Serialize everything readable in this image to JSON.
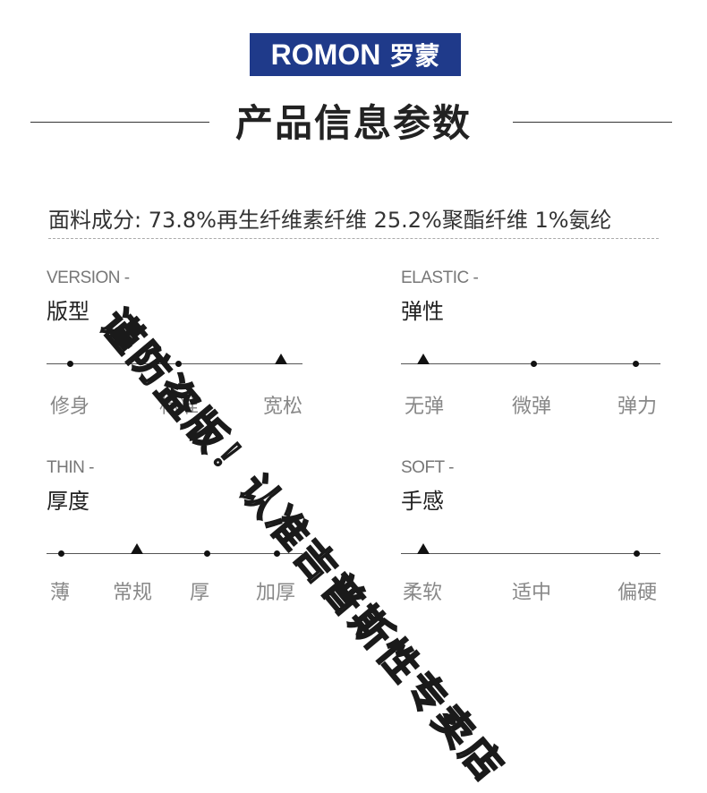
{
  "logo": {
    "brand": "ROMON",
    "brand_cn": "罗蒙",
    "color": "#1f3a8a"
  },
  "title": "产品信息参数",
  "fabric": "面料成分: 73.8%再生纤维素纤维 25.2%聚酯纤维 1%氨纶",
  "params": {
    "version": {
      "en": "VERSION -",
      "cn": "版型",
      "options": [
        "修身",
        "标准",
        "宽松"
      ],
      "selected": "宽松"
    },
    "elastic": {
      "en": "ELASTIC -",
      "cn": "弹性",
      "options": [
        "无弹",
        "微弹",
        "弹力"
      ],
      "selected": "无弹"
    },
    "thin": {
      "en": "THIN -",
      "cn": "厚度",
      "options": [
        "薄",
        "常规",
        "厚",
        "加厚"
      ],
      "selected": "常规"
    },
    "soft": {
      "en": "SOFT -",
      "cn": "手感",
      "options": [
        "柔软",
        "适中",
        "偏硬"
      ],
      "selected": "柔软"
    }
  },
  "watermark": "谨防盗版！认准吉普斯性专卖店"
}
